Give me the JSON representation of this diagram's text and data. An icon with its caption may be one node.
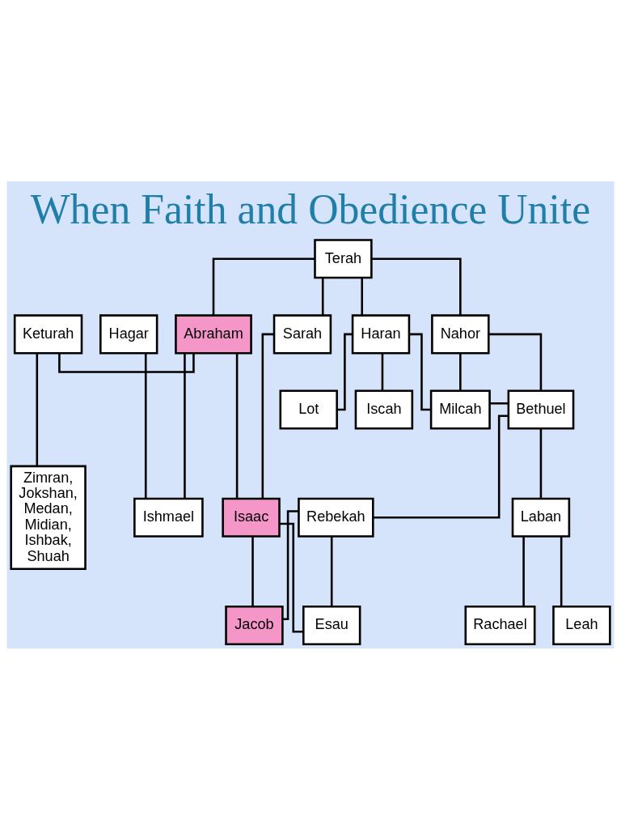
{
  "diagram": {
    "title": "When Faith and Obedience Unite",
    "nodes": [
      {
        "text": [
          "Terah"
        ]
      },
      {
        "text": [
          "Keturah"
        ]
      },
      {
        "text": [
          "Hagar"
        ]
      },
      {
        "text": [
          "Abraham"
        ]
      },
      {
        "text": [
          "Sarah"
        ]
      },
      {
        "text": [
          "Nahor"
        ]
      },
      {
        "text": [
          "Haran"
        ]
      },
      {
        "text": [
          "Milcah"
        ]
      },
      {
        "text": [
          "Iscah"
        ]
      },
      {
        "text": [
          "Lot"
        ]
      },
      {
        "text": [
          "Bethuel"
        ]
      },
      {
        "text": [
          "Zimran, Jokshan, Medan, Midian, Ishbak, Shuah"
        ]
      },
      {
        "text": [
          "Ishmael"
        ]
      },
      {
        "text": [
          "Isaac"
        ]
      },
      {
        "text": [
          "Rebekah"
        ]
      },
      {
        "text": [
          "Laban"
        ]
      },
      {
        "text": [
          "Esau"
        ]
      },
      {
        "text": [
          "Jacob"
        ]
      },
      {
        "text": [
          "Rachael"
        ]
      },
      {
        "text": [
          "Leah"
        ]
      }
    ],
    "edges": [
      {
        "from": 0,
        "to": 3,
        "arrow": "none"
      },
      {
        "from": 0,
        "to": 4,
        "arrow": "none"
      },
      {
        "from": 0,
        "to": 5,
        "arrow": "none"
      },
      {
        "from": 0,
        "to": 6,
        "arrow": "none"
      },
      {
        "from": 1,
        "to": 3,
        "arrow": "none"
      },
      {
        "from": 1,
        "to": 11,
        "arrow": "none"
      },
      {
        "from": 2,
        "to": 12,
        "arrow": "none"
      },
      {
        "from": 3,
        "to": 12,
        "arrow": "none"
      },
      {
        "from": 3,
        "to": 13,
        "arrow": "none"
      },
      {
        "from": 4,
        "to": 13,
        "arrow": "none"
      },
      {
        "from": 6,
        "to": 7,
        "arrow": "none"
      },
      {
        "from": 6,
        "to": 8,
        "arrow": "none"
      },
      {
        "from": 6,
        "to": 9,
        "arrow": "none"
      },
      {
        "from": 5,
        "to": 7,
        "arrow": "none"
      },
      {
        "from": 5,
        "to": 10,
        "arrow": "none"
      },
      {
        "from": 7,
        "to": 10,
        "arrow": "none"
      },
      {
        "from": 10,
        "to": 14,
        "arrow": "none"
      },
      {
        "from": 10,
        "to": 15,
        "arrow": "none"
      },
      {
        "from": 13,
        "to": 16,
        "arrow": "none"
      },
      {
        "from": 13,
        "to": 17,
        "arrow": "none"
      },
      {
        "from": 14,
        "to": 16,
        "arrow": "none"
      },
      {
        "from": 14,
        "to": 17,
        "arrow": "none"
      },
      {
        "from": 15,
        "to": 18,
        "arrow": "none"
      },
      {
        "from": 15,
        "to": 19,
        "arrow": "none"
      }
    ]
  }
}
